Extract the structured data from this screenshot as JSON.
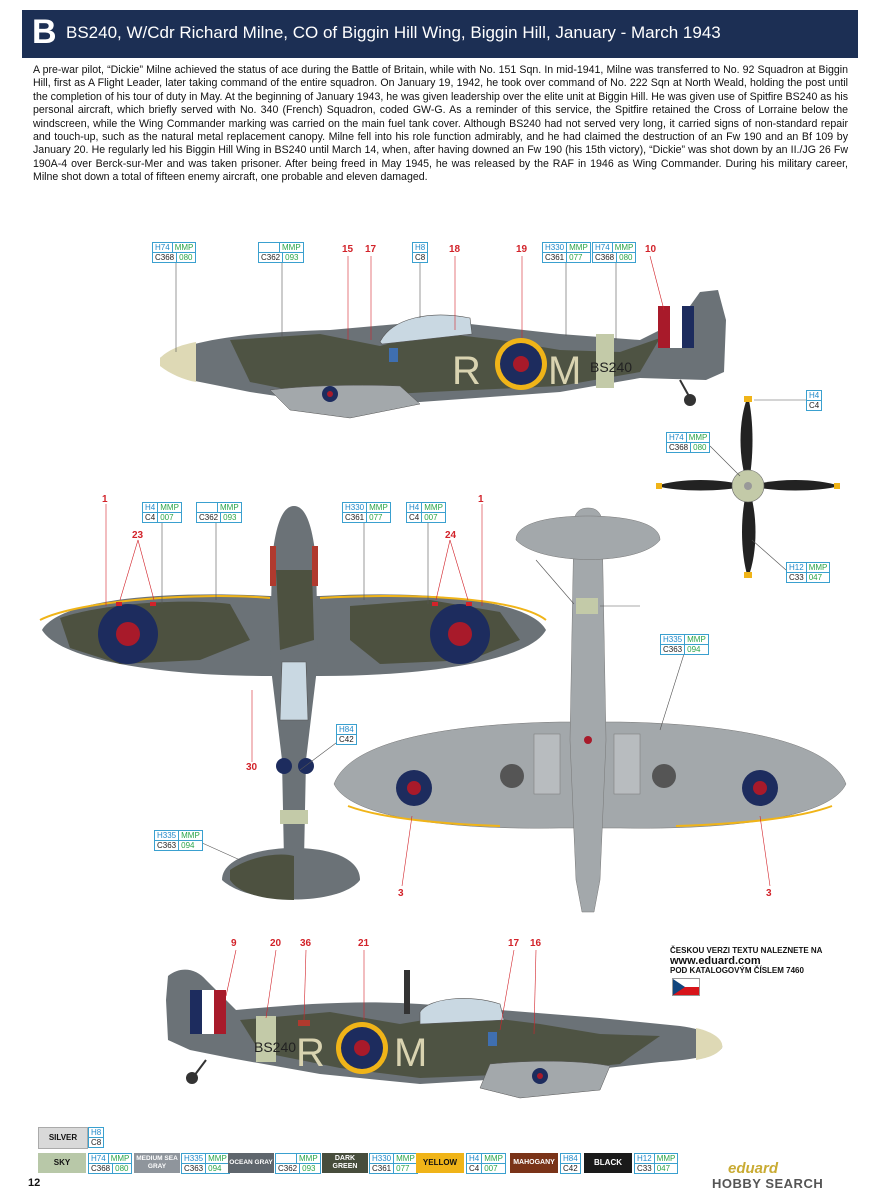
{
  "header": {
    "letter": "B",
    "title": "BS240, W/Cdr Richard Milne, CO of Biggin Hill Wing, Biggin Hill, January - March 1943"
  },
  "description": "A pre-war pilot, “Dickie” Milne achieved the status of ace during the Battle of Britain, while with No. 151 Sqn. In mid-1941, Milne was transferred to No. 92 Squadron at Biggin Hill, first as A Flight Leader, later taking command of the entire squadron. On January 19, 1942, he took over command of No. 222 Sqn at North Weald, holding the post until the completion of his tour of duty in May. At the beginning of January 1943, he was given leadership over the elite unit at Biggin Hill. He was given use of Spitfire BS240 as his personal aircraft, which briefly served with No. 340 (French) Squadron, coded GW-G. As a reminder of this service, the Spitfire retained the Cross of Lorraine below the windscreen, while the Wing Commander marking was carried on the main fuel tank cover. Although BS240 had not served very long, it carried signs of non-standard repair and touch-up, such as the natural metal replacement canopy. Milne fell into his role function admirably, and he had claimed the destruction of an Fw 190 and an Bf 109 by January 20. He regularly led his Biggin Hill Wing in BS240 until March 14, when, after having downed an Fw 190 (his 15th victory), “Dickie” was shot down by an II./JG 26 Fw 190A-4 over Berck-sur-Mer and was taken prisoner. After being freed in May 1945, he was released by the RAF in 1946 as Wing Commander. During his military career, Milne shot down a total of fifteen enemy aircraft, one probable and eleven damaged.",
  "aircraft": {
    "code_left": "R",
    "code_right": "M",
    "serial": "BS240"
  },
  "callouts": {
    "side_top": [
      {
        "h": "H74",
        "mmp": "MMP",
        "c": "C368",
        "g": "080"
      },
      {
        "h": "",
        "mmp": "MMP",
        "c": "C362",
        "g": "093"
      },
      {
        "h": "H8",
        "mmp": "",
        "c": "C8",
        "g": ""
      },
      {
        "h": "H330",
        "mmp": "MMP",
        "c": "C361",
        "g": "077"
      },
      {
        "h": "H74",
        "mmp": "MMP",
        "c": "C368",
        "g": "080"
      }
    ],
    "prop_h4": {
      "h": "H4",
      "mmp": "",
      "c": "C4",
      "g": ""
    },
    "prop_spinner": {
      "h": "H74",
      "mmp": "MMP",
      "c": "C368",
      "g": "080"
    },
    "prop_blade": {
      "h": "H12",
      "mmp": "MMP",
      "c": "C33",
      "g": "047"
    },
    "plan_top": [
      {
        "h": "H4",
        "mmp": "MMP",
        "c": "C4",
        "g": "007"
      },
      {
        "h": "",
        "mmp": "MMP",
        "c": "C362",
        "g": "093"
      },
      {
        "h": "H330",
        "mmp": "MMP",
        "c": "C361",
        "g": "077"
      },
      {
        "h": "H4",
        "mmp": "MMP",
        "c": "C4",
        "g": "007"
      }
    ],
    "under_grey": {
      "h": "H335",
      "mmp": "MMP",
      "c": "C363",
      "g": "094"
    },
    "h84": {
      "h": "H84",
      "mmp": "",
      "c": "C42",
      "g": ""
    },
    "plan_tail": {
      "h": "H335",
      "mmp": "MMP",
      "c": "C363",
      "g": "094"
    }
  },
  "numbers": {
    "n15": "15",
    "n17": "17",
    "n18": "18",
    "n19": "19",
    "n10": "10",
    "n1a": "1",
    "n23": "23",
    "n24": "24",
    "n1b": "1",
    "n30": "30",
    "n3a": "3",
    "n3b": "3",
    "n9": "9",
    "n20": "20",
    "n36": "36",
    "n21": "21",
    "n17b": "17",
    "n16": "16"
  },
  "czech_note": {
    "line1": "ČESKOU VERZI TEXTU NALEZNETE NA",
    "url": "www.eduard.com",
    "line2": "POD KATALOGOVÝM ČÍSLEM 7460"
  },
  "legend": {
    "silver": {
      "label": "SILVER",
      "h": "H8",
      "c": "C8"
    },
    "colors": [
      {
        "label": "SKY",
        "h": "H74",
        "mmp": "MMP",
        "c": "C368",
        "g": "080",
        "bg": "#b8c8a8",
        "fg": "#111"
      },
      {
        "label": "MEDIUM SEA GRAY",
        "h": "H335",
        "mmp": "MMP",
        "c": "C363",
        "g": "094",
        "bg": "#8f959c",
        "fg": "#fff"
      },
      {
        "label": "OCEAN GRAY",
        "h": "",
        "mmp": "MMP",
        "c": "C362",
        "g": "093",
        "bg": "#5f666d",
        "fg": "#fff"
      },
      {
        "label": "DARK GREEN",
        "h": "H330",
        "mmp": "MMP",
        "c": "C361",
        "g": "077",
        "bg": "#474d3c",
        "fg": "#fff"
      },
      {
        "label": "YELLOW",
        "h": "H4",
        "mmp": "MMP",
        "c": "C4",
        "g": "007",
        "bg": "#f0b418",
        "fg": "#111"
      },
      {
        "label": "MAHOGANY",
        "h": "H84",
        "mmp": "",
        "c": "C42",
        "g": "",
        "bg": "#7a3318",
        "fg": "#fff"
      },
      {
        "label": "BLACK",
        "h": "H12",
        "mmp": "MMP",
        "c": "C33",
        "g": "047",
        "bg": "#1a1a1a",
        "fg": "#fff"
      }
    ]
  },
  "page_number": "12",
  "watermark": {
    "brand": "eduard",
    "site": "HOBBY SEARCH"
  },
  "palette": {
    "header_bg": "#1c2f54",
    "ocean_grey": "#6b7277",
    "dark_green": "#4d5140",
    "sky": "#c3caa8",
    "medium_sea_grey": "#a3a8ab",
    "roundel_blue": "#1d2c5e",
    "roundel_red": "#a81a2a",
    "yellow": "#f0b418"
  }
}
